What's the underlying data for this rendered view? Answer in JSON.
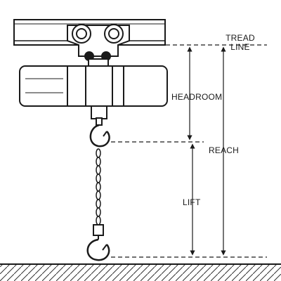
{
  "labels": {
    "tread_line_1": "TREAD",
    "tread_line_2": "LINE",
    "headroom": "HEADROOM",
    "reach": "REACH",
    "lift": "LIFT"
  },
  "icons": [
    "overhead-beam-icon",
    "trolley-wheels-icon",
    "hoist-motor-icon",
    "hook-icon",
    "chain-icon",
    "floor-hatch-icon"
  ],
  "colors": {
    "line": "#1a1a1a",
    "body": "#ffffff"
  }
}
